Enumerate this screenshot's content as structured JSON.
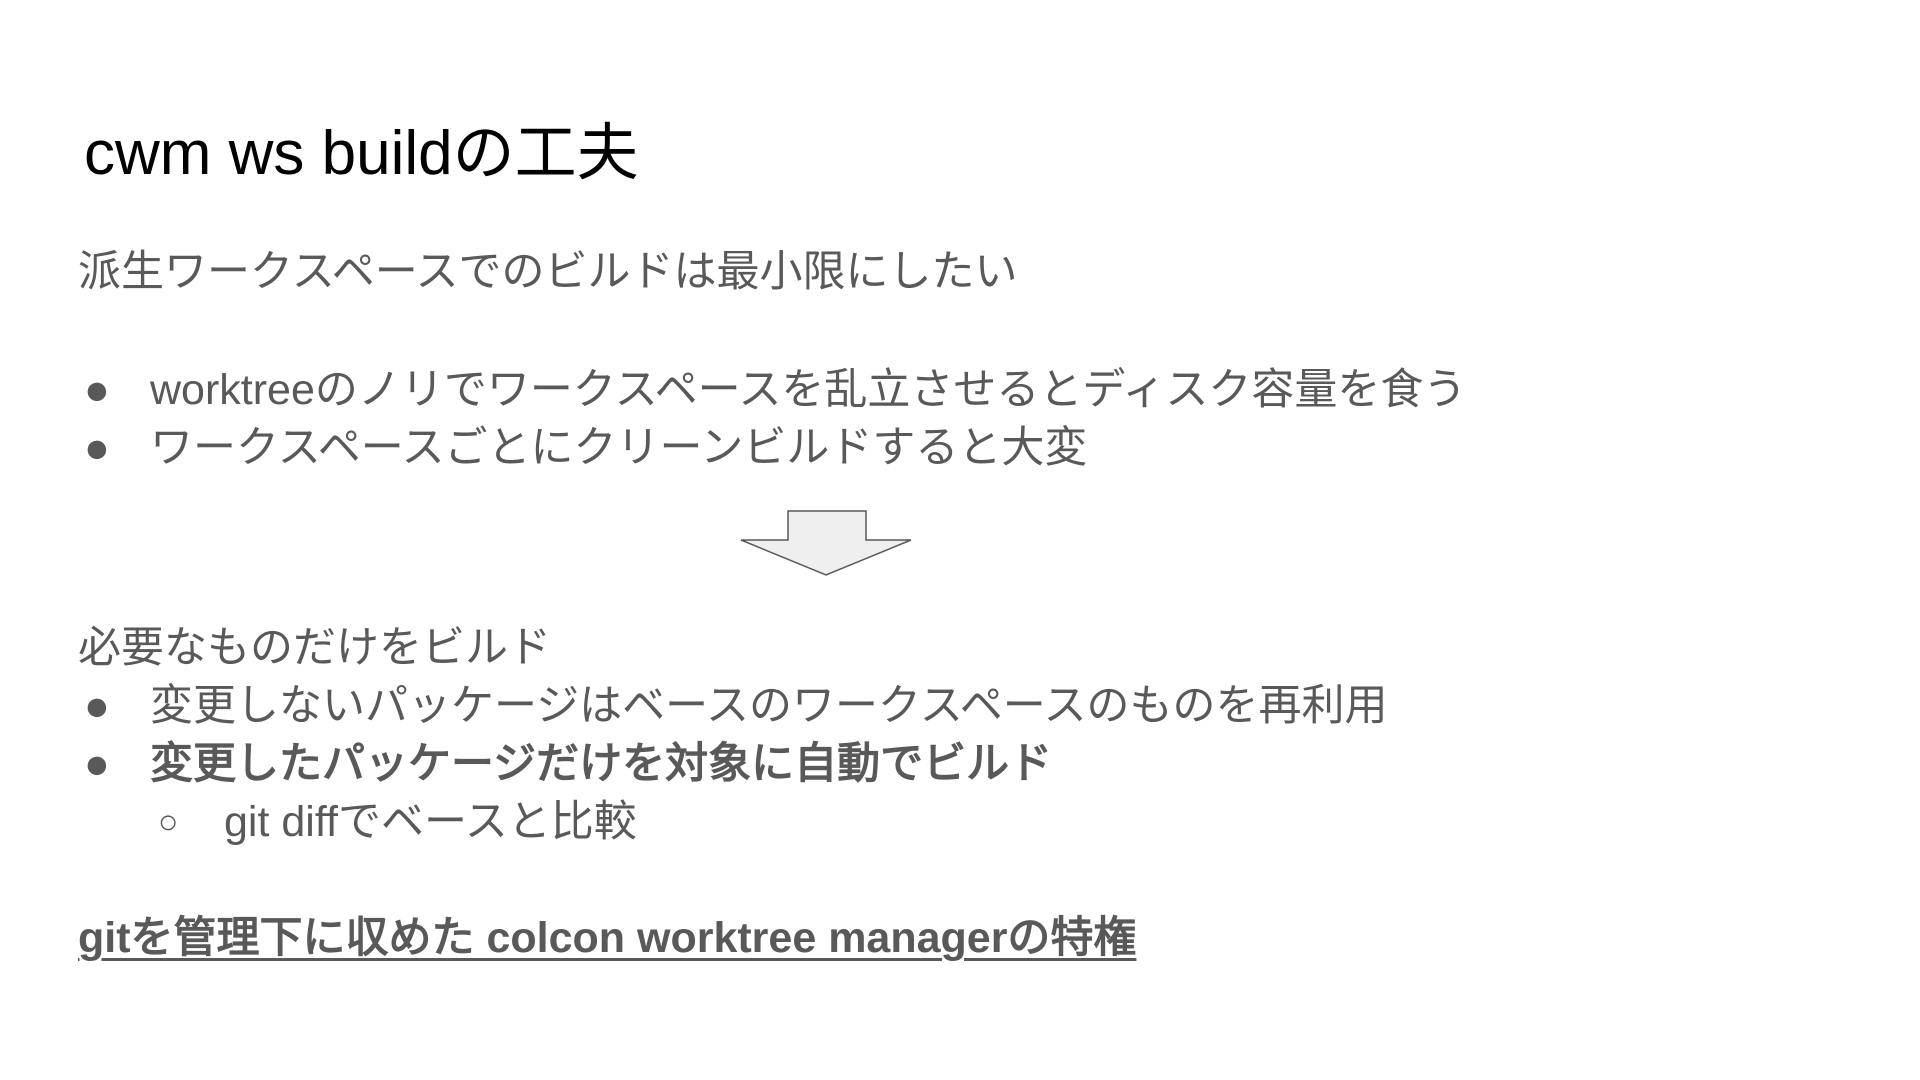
{
  "slide": {
    "title": "cwm ws buildの工夫",
    "intro": "派生ワークスペースでのビルドは最小限にしたい",
    "problems": [
      "worktreeのノリでワークスペースを乱立させるとディスク容量を食う",
      "ワークスペースごとにクリーンビルドすると大変"
    ],
    "solution_heading": "必要なものだけをビルド",
    "solutions": [
      "変更しないパッケージはベースのワークスペースのものを再利用",
      "変更したパッケージだけを対象に自動でビルド"
    ],
    "sub_point": "git diffでベースと比較",
    "conclusion": "gitを管理下に収めた colcon worktree managerの特権",
    "bullet_symbol": "●",
    "sub_bullet_symbol": "○"
  },
  "colors": {
    "title": "#000000",
    "body_text": "#595959",
    "arrow_fill": "#efefef",
    "arrow_stroke": "#595959"
  },
  "icons": {
    "arrow": "down-arrow-icon"
  }
}
